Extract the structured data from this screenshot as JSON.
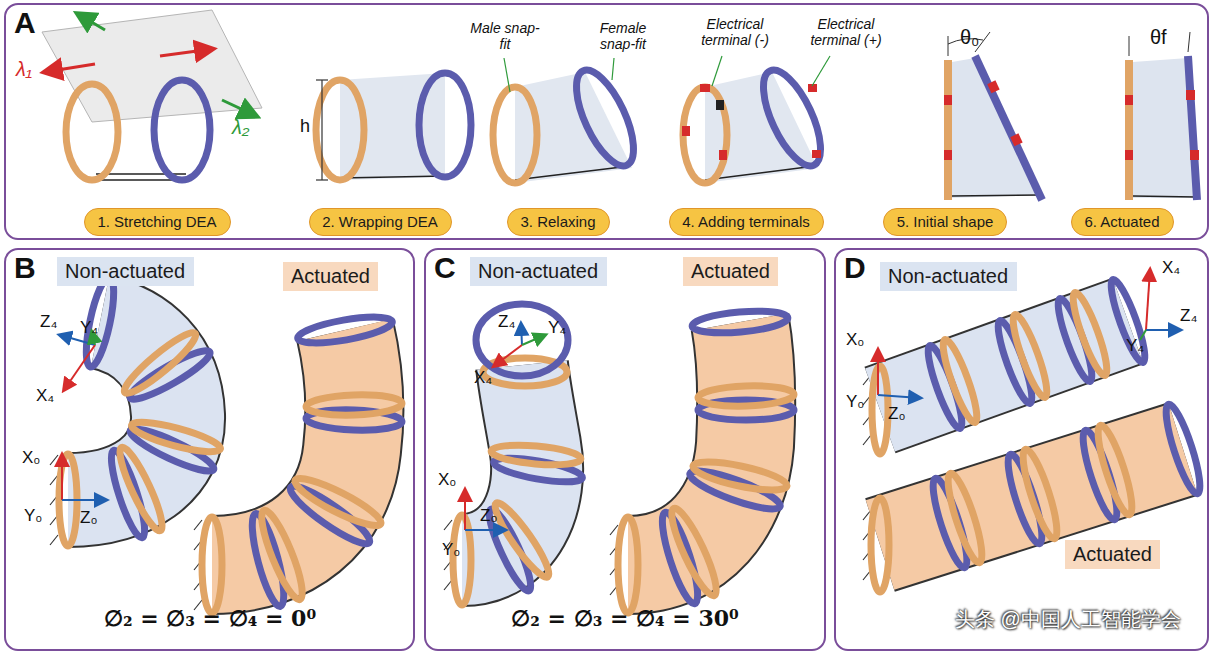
{
  "diagram": {
    "nodes": [
      {
        "text": [
          "A"
        ]
      },
      {
        "text": [
          "1. Stretching DEA"
        ],
        "in": 0
      },
      {
        "text": [
          "2. Wrapping DEA"
        ],
        "in": 0
      },
      {
        "text": [
          "3. Relaxing"
        ],
        "in": 0
      },
      {
        "text": [
          "4. Adding terminals"
        ],
        "in": 0
      },
      {
        "text": [
          "5. Initial shape"
        ],
        "in": 0
      },
      {
        "text": [
          "6. Actuated"
        ],
        "in": 0
      },
      {
        "text": [
          "B"
        ]
      },
      {
        "text": [
          "Non-actuated"
        ],
        "in": 7
      },
      {
        "text": [
          "Actuated"
        ],
        "in": 7
      },
      {
        "text": [
          "C"
        ]
      },
      {
        "text": [
          "Non-actuated"
        ],
        "in": 10
      },
      {
        "text": [
          "Actuated"
        ],
        "in": 10
      },
      {
        "text": [
          "D"
        ]
      },
      {
        "text": [
          "Non-actuated"
        ],
        "in": 13
      },
      {
        "text": [
          "Actuated"
        ],
        "in": 13
      }
    ],
    "labels": [
      "λ₁",
      "λ₂",
      "h",
      "Male snap-fit",
      "Female snap-fit",
      "Electrical terminal (-)",
      "Electrical terminal (+)",
      "θ₀",
      "θf",
      "Z₄",
      "Y₄",
      "X₄",
      "X₀",
      "Y₀",
      "Z₀",
      "∅₂ = ∅₃ = ∅₄ = 0⁰",
      "Z₄",
      "Y₄",
      "X₄",
      "X₀",
      "Z₀",
      "Y₀",
      "∅₂ = ∅₃ = ∅₄ = 30⁰",
      "X₄",
      "Y₄",
      "Z₄",
      "X₀",
      "Y₀",
      "Z₀",
      "头条 @中国人工智能学会"
    ]
  }
}
